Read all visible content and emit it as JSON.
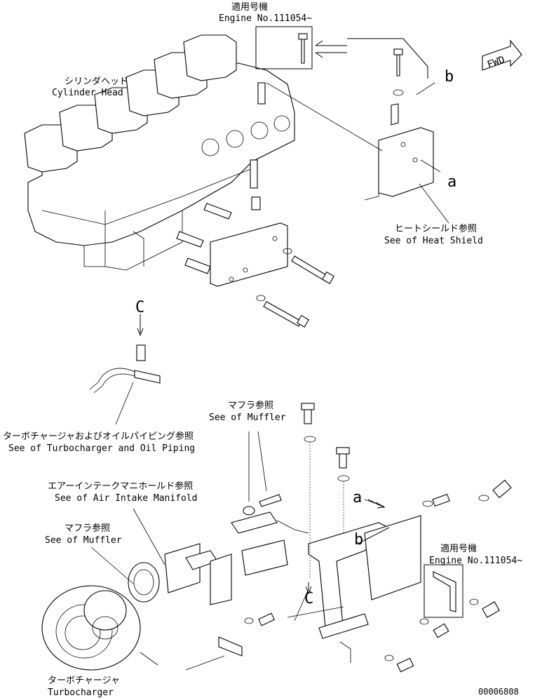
{
  "labels": {
    "applicable_top_jp": "適用号機",
    "applicable_top_en": "Engine No.111054~",
    "cylinder_head_jp": "シリンダヘッド",
    "cylinder_head_en": "Cylinder Head",
    "heat_shield_jp": "ヒートシールド参照",
    "heat_shield_en": "See of Heat Shield",
    "turbo_oil_jp": "ターボチャージャおよびオイルパイピング参照",
    "turbo_oil_en": "See of Turbocharger and Oil Piping",
    "muffler_top_jp": "マフラ参照",
    "muffler_top_en": "See of Muffler",
    "air_intake_jp": "エアーインテークマニホールド参照",
    "air_intake_en": "See of Air Intake Manifold",
    "muffler_left_jp": "マフラ参照",
    "muffler_left_en": "See of Muffler",
    "applicable_bottom_jp": "適用号機",
    "applicable_bottom_en": "Engine No.111054~",
    "turbocharger_jp": "ターボチャージャ",
    "turbocharger_en": "Turbocharger",
    "fwd": "FWD",
    "callout_b_top": "b",
    "callout_a_top": "a",
    "callout_c_top": "C",
    "callout_a_bottom": "a",
    "callout_b_bottom": "b",
    "callout_c_bottom": "C",
    "drawing_number": "00006808"
  }
}
